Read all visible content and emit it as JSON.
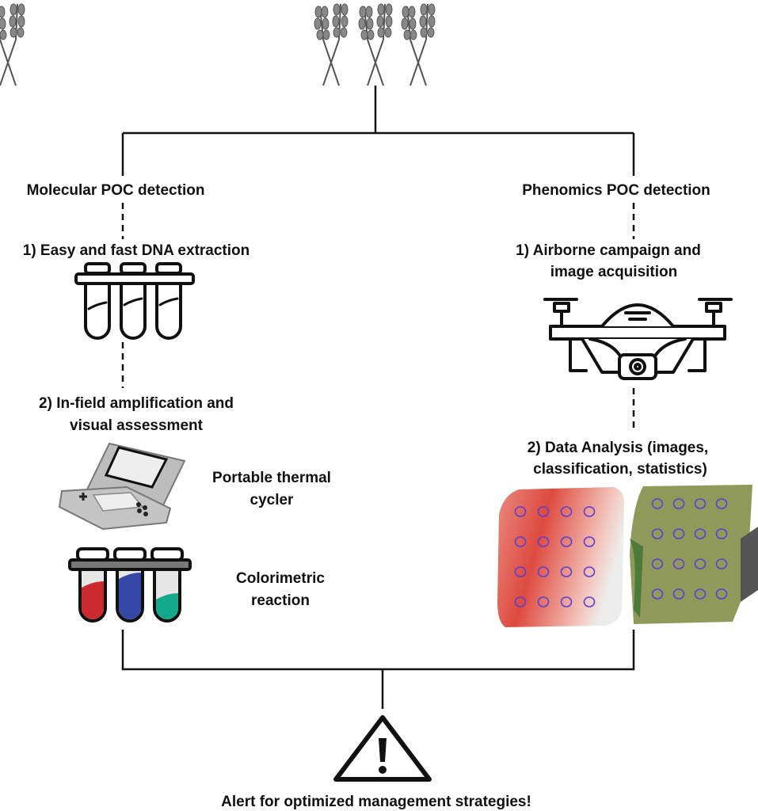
{
  "left_branch": {
    "title": "Molecular POC detection",
    "step1": "1) Easy and fast DNA extraction",
    "step2_line1": "2) In-field amplification and",
    "step2_line2": "visual assessment",
    "device_line1": "Portable thermal",
    "device_line2": "cycler",
    "reaction_line1": "Colorimetric",
    "reaction_line2": "reaction",
    "tube_colors": [
      "#cc2a2f",
      "#3548a8",
      "#14a98a"
    ]
  },
  "right_branch": {
    "title": "Phenomics POC detection",
    "step1_line1": "1) Airborne campaign and",
    "step1_line2": "image acquisition",
    "step2_line1": "2) Data Analysis (images,",
    "step2_line2": "classification, statistics)"
  },
  "outcome": {
    "text": "Alert for optimized management strategies!"
  },
  "icons": [
    "wheat-icon",
    "test-tubes-icon",
    "portable-thermal-cycler-icon",
    "colored-test-tubes-icon",
    "drone-icon",
    "thermal-field-map",
    "rgb-field-map",
    "warning-icon"
  ]
}
